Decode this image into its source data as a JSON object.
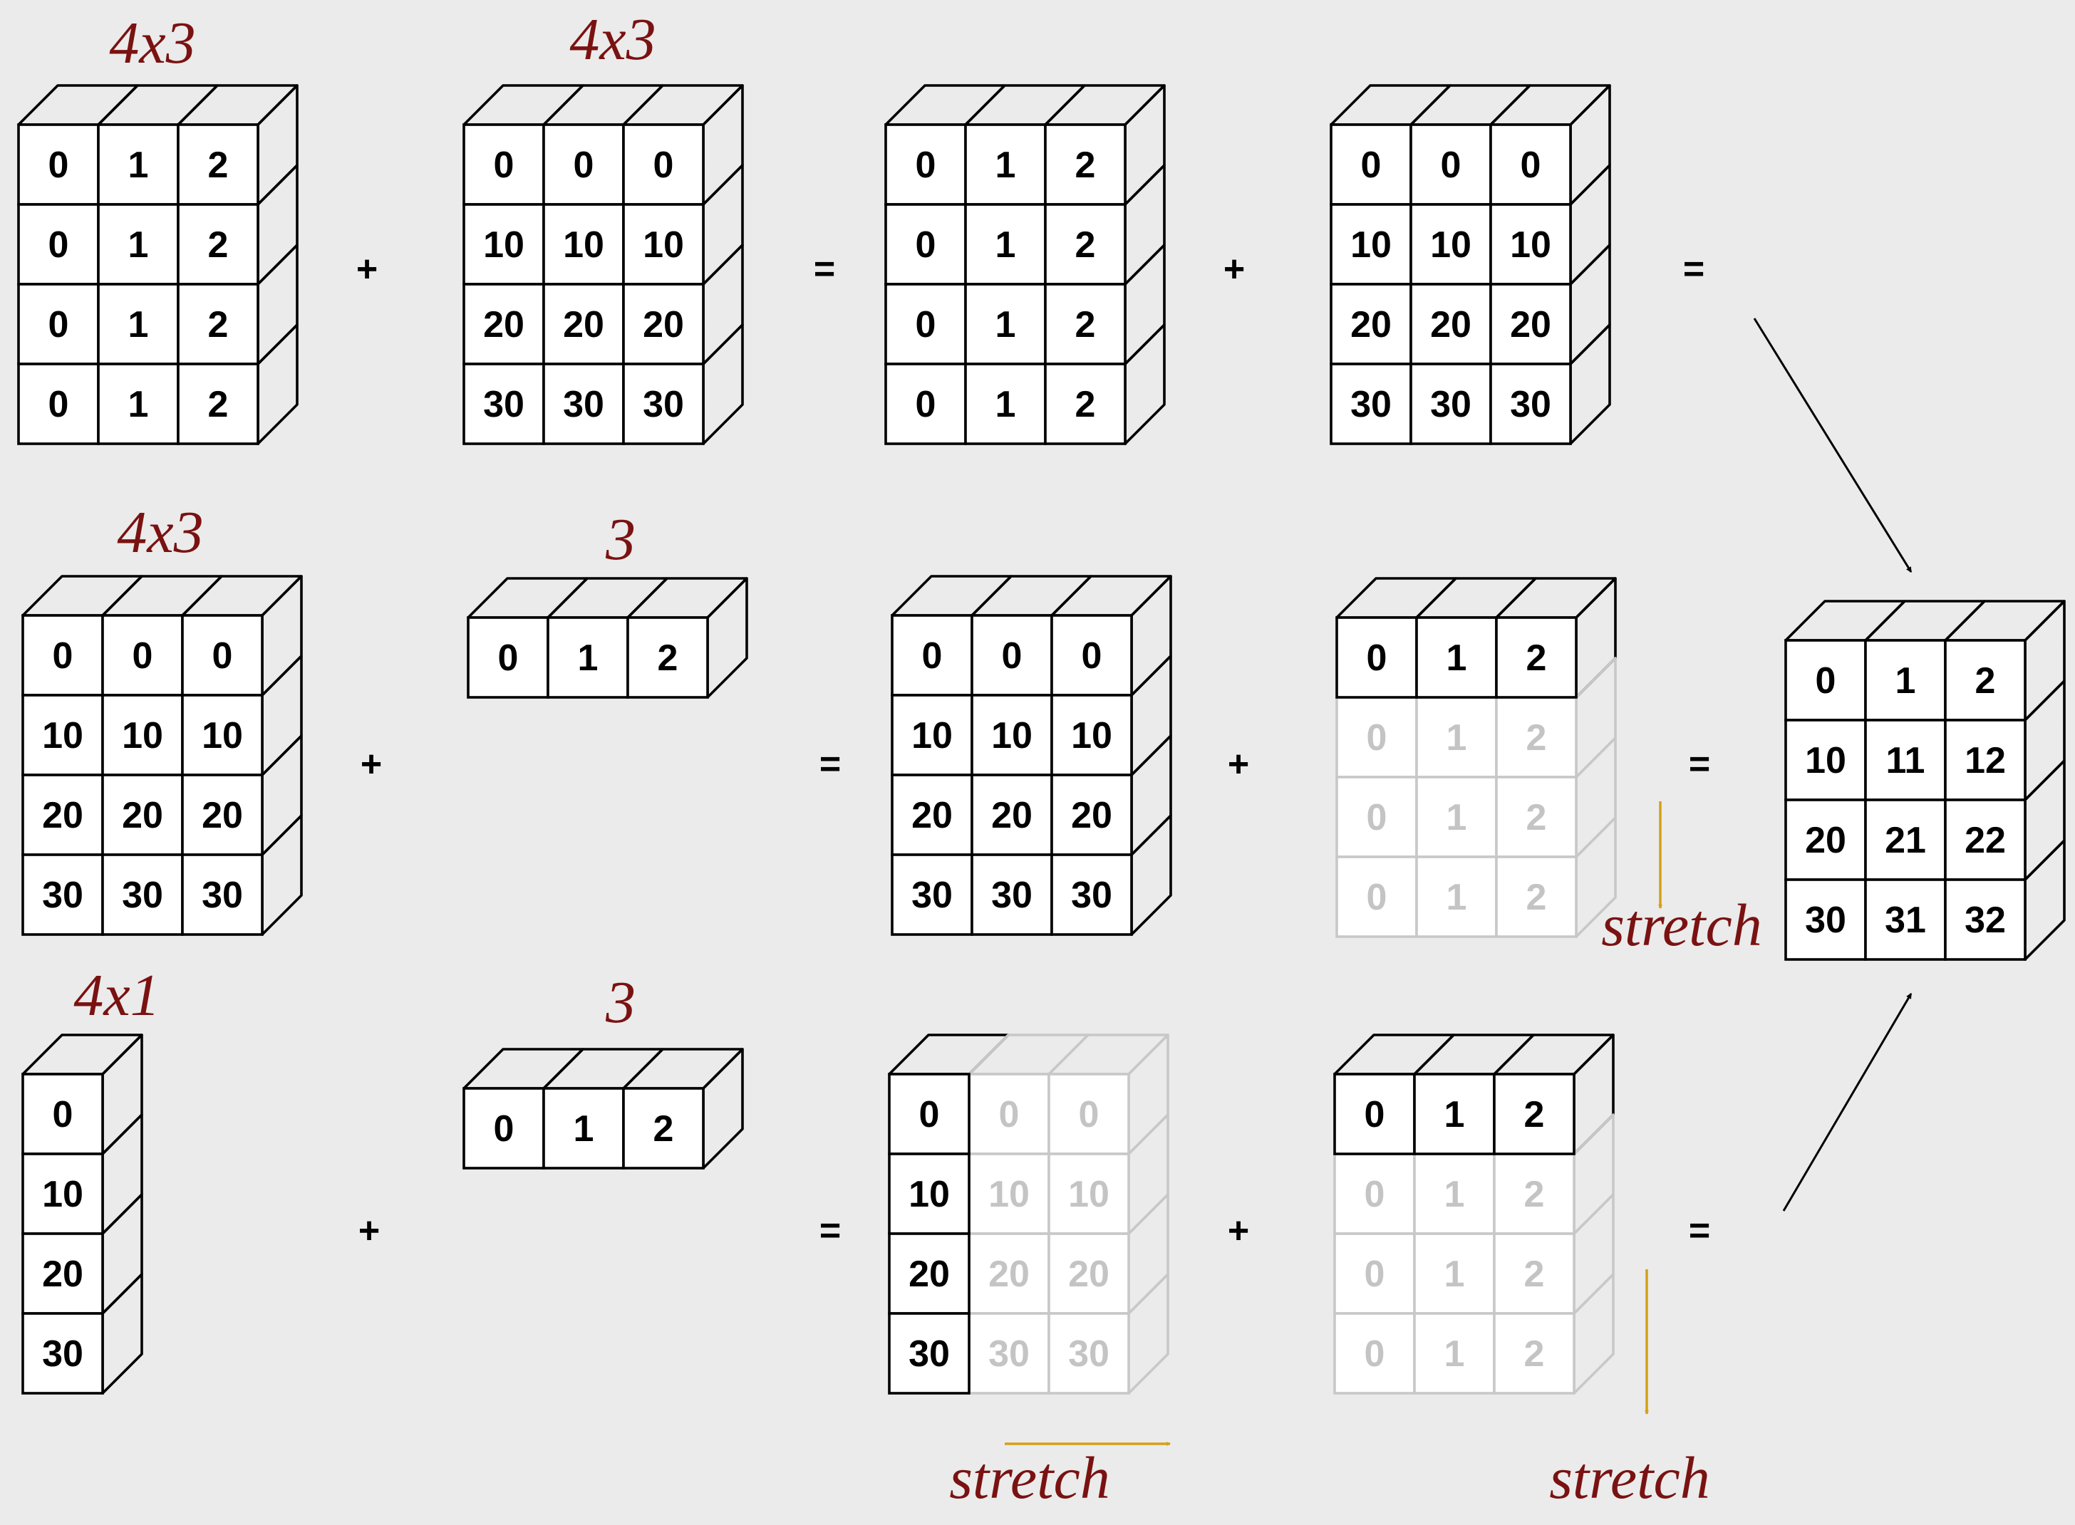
{
  "colors": {
    "background": "#ebebeb",
    "label": "#7a1212",
    "stretch_arrow": "#d4a017",
    "solid": "#000000",
    "faded_line": "#c8c8c8",
    "faded_text": "#c4c4c4"
  },
  "rows": [
    {
      "operands": [
        {
          "label": "4x3",
          "values": [
            [
              "0",
              "1",
              "2"
            ],
            [
              "0",
              "1",
              "2"
            ],
            [
              "0",
              "1",
              "2"
            ],
            [
              "0",
              "1",
              "2"
            ]
          ]
        },
        {
          "label": "4x3",
          "values": [
            [
              "0",
              "0",
              "0"
            ],
            [
              "10",
              "10",
              "10"
            ],
            [
              "20",
              "20",
              "20"
            ],
            [
              "30",
              "30",
              "30"
            ]
          ]
        }
      ],
      "expanded": [
        {
          "values": [
            [
              "0",
              "1",
              "2"
            ],
            [
              "0",
              "1",
              "2"
            ],
            [
              "0",
              "1",
              "2"
            ],
            [
              "0",
              "1",
              "2"
            ]
          ],
          "solid_rows": 4,
          "solid_cols": 3
        },
        {
          "values": [
            [
              "0",
              "0",
              "0"
            ],
            [
              "10",
              "10",
              "10"
            ],
            [
              "20",
              "20",
              "20"
            ],
            [
              "30",
              "30",
              "30"
            ]
          ],
          "solid_rows": 4,
          "solid_cols": 3
        }
      ],
      "operators": [
        "+",
        "=",
        "+",
        "="
      ],
      "stretch": []
    },
    {
      "operands": [
        {
          "label": "4x3",
          "values": [
            [
              "0",
              "0",
              "0"
            ],
            [
              "10",
              "10",
              "10"
            ],
            [
              "20",
              "20",
              "20"
            ],
            [
              "30",
              "30",
              "30"
            ]
          ]
        },
        {
          "label": "3",
          "values": [
            [
              "0",
              "1",
              "2"
            ]
          ]
        }
      ],
      "expanded": [
        {
          "values": [
            [
              "0",
              "0",
              "0"
            ],
            [
              "10",
              "10",
              "10"
            ],
            [
              "20",
              "20",
              "20"
            ],
            [
              "30",
              "30",
              "30"
            ]
          ],
          "solid_rows": 4,
          "solid_cols": 3
        },
        {
          "values": [
            [
              "0",
              "1",
              "2"
            ],
            [
              "0",
              "1",
              "2"
            ],
            [
              "0",
              "1",
              "2"
            ],
            [
              "0",
              "1",
              "2"
            ]
          ],
          "solid_rows": 1,
          "solid_cols": 3
        }
      ],
      "operators": [
        "+",
        "=",
        "+",
        "="
      ],
      "stretch": [
        "stretch"
      ]
    },
    {
      "operands": [
        {
          "label": "4x1",
          "values": [
            [
              "0"
            ],
            [
              "10"
            ],
            [
              "20"
            ],
            [
              "30"
            ]
          ]
        },
        {
          "label": "3",
          "values": [
            [
              "0",
              "1",
              "2"
            ]
          ]
        }
      ],
      "expanded": [
        {
          "values": [
            [
              "0",
              "0",
              "0"
            ],
            [
              "10",
              "10",
              "10"
            ],
            [
              "20",
              "20",
              "20"
            ],
            [
              "30",
              "30",
              "30"
            ]
          ],
          "solid_rows": 4,
          "solid_cols": 1
        },
        {
          "values": [
            [
              "0",
              "1",
              "2"
            ],
            [
              "0",
              "1",
              "2"
            ],
            [
              "0",
              "1",
              "2"
            ],
            [
              "0",
              "1",
              "2"
            ]
          ],
          "solid_rows": 1,
          "solid_cols": 3
        }
      ],
      "operators": [
        "+",
        "=",
        "+",
        "="
      ],
      "stretch": [
        "stretch",
        "stretch"
      ]
    }
  ],
  "result": {
    "values": [
      [
        "0",
        "1",
        "2"
      ],
      [
        "10",
        "11",
        "12"
      ],
      [
        "20",
        "21",
        "22"
      ],
      [
        "30",
        "31",
        "32"
      ]
    ]
  }
}
